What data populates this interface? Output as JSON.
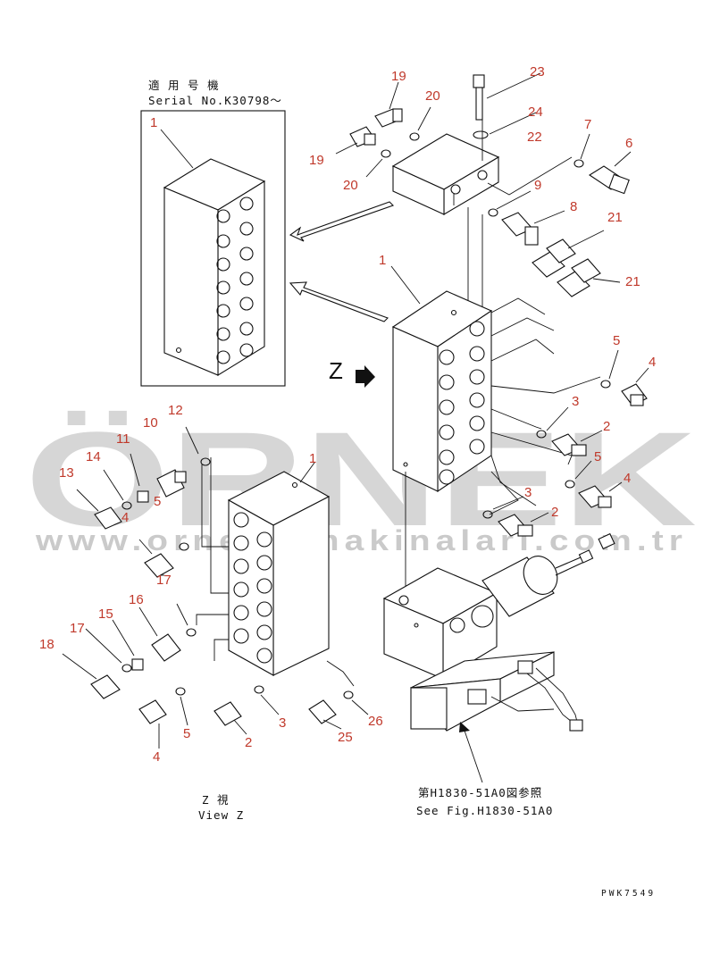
{
  "inset_label": {
    "line1": "適 用 号 機",
    "line2": "Serial No.K30798～"
  },
  "view_label": {
    "jp": "Z  視",
    "en": "View Z"
  },
  "ref_label": {
    "jp": "第H1830-51A0図参照",
    "en": "See Fig.H1830-51A0"
  },
  "z_marker": "Z",
  "drawing_code": "PWK7549",
  "watermark": {
    "main": "ÖRNEK",
    "url": "www.orneklsmakinalari.com.tr"
  },
  "callouts": [
    "19",
    "20",
    "23",
    "24",
    "22",
    "7",
    "6",
    "19",
    "20",
    "9",
    "8",
    "21",
    "21",
    "1",
    "1",
    "5",
    "4",
    "3",
    "2",
    "5",
    "4",
    "3",
    "2",
    "12",
    "10",
    "11",
    "14",
    "13",
    "4",
    "5",
    "17",
    "1",
    "16",
    "15",
    "17",
    "18",
    "4",
    "5",
    "2",
    "3",
    "25",
    "26"
  ],
  "colors": {
    "callout": "#c0392b",
    "line": "#111111",
    "watermark": "#c9c9c9"
  }
}
